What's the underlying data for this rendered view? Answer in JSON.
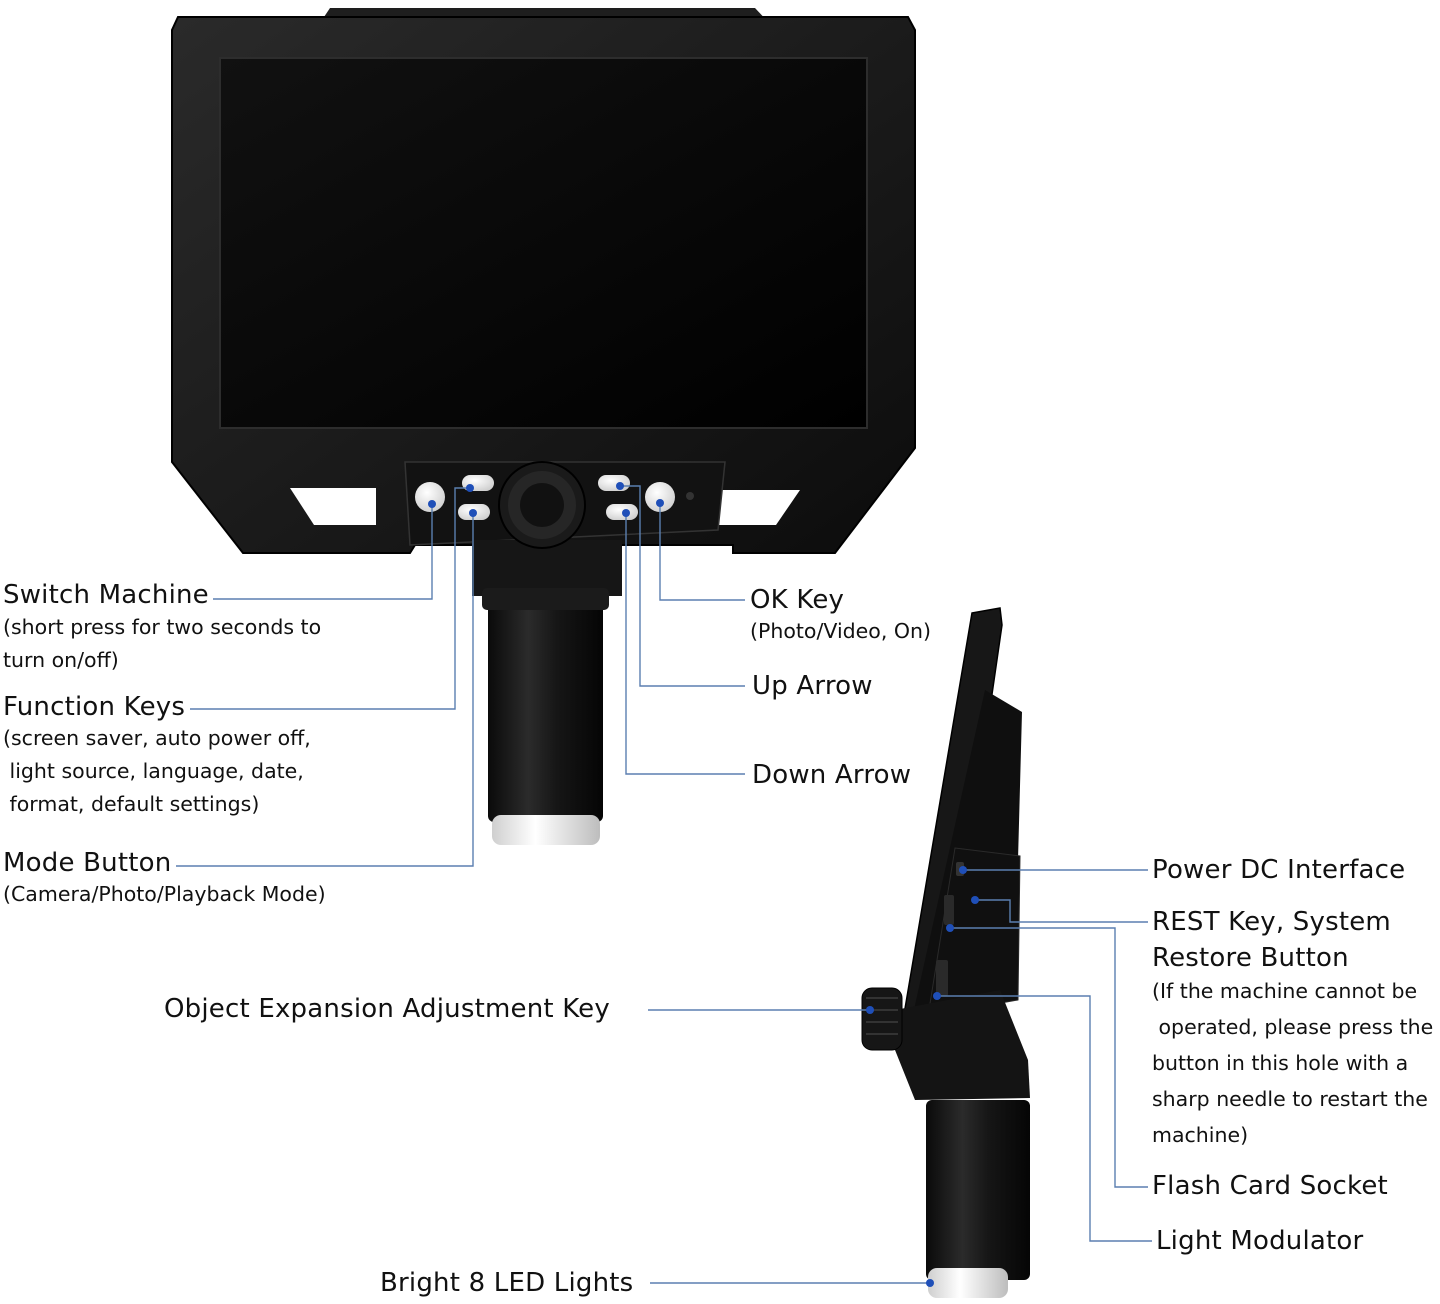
{
  "colors": {
    "leader_line": "#5b7fb0",
    "dot": "#1f4fb8",
    "device_body": "#151515",
    "screen": "#060606",
    "button_face": "#f2f2f2"
  },
  "callouts": {
    "switch_machine": {
      "title": "Switch Machine",
      "detail": [
        "(short press for two seconds to",
        "turn on/off)"
      ]
    },
    "function_keys": {
      "title": "Function Keys",
      "detail": [
        "(screen saver, auto power off,",
        " light source, language, date,",
        " format, default settings)"
      ]
    },
    "mode_button": {
      "title": "Mode Button",
      "detail": [
        "(Camera/Photo/Playback Mode)"
      ]
    },
    "ok_key": {
      "title": "OK Key",
      "detail": [
        "(Photo/Video, On)"
      ]
    },
    "up_arrow": {
      "title": "Up Arrow"
    },
    "down_arrow": {
      "title": "Down Arrow"
    },
    "power_dc": {
      "title": "Power DC Interface"
    },
    "rest_key": {
      "title": [
        "REST Key, System",
        "Restore Button"
      ],
      "detail": [
        "(If the machine cannot be",
        " operated, please press the",
        "button in this hole with a",
        "sharp needle to restart the",
        "machine)"
      ]
    },
    "flash_card": {
      "title": "Flash Card Socket"
    },
    "light_modulator": {
      "title": "Light Modulator"
    },
    "object_expansion": {
      "title": "Object Expansion Adjustment Key"
    },
    "led_lights": {
      "title": "Bright 8 LED Lights"
    }
  }
}
